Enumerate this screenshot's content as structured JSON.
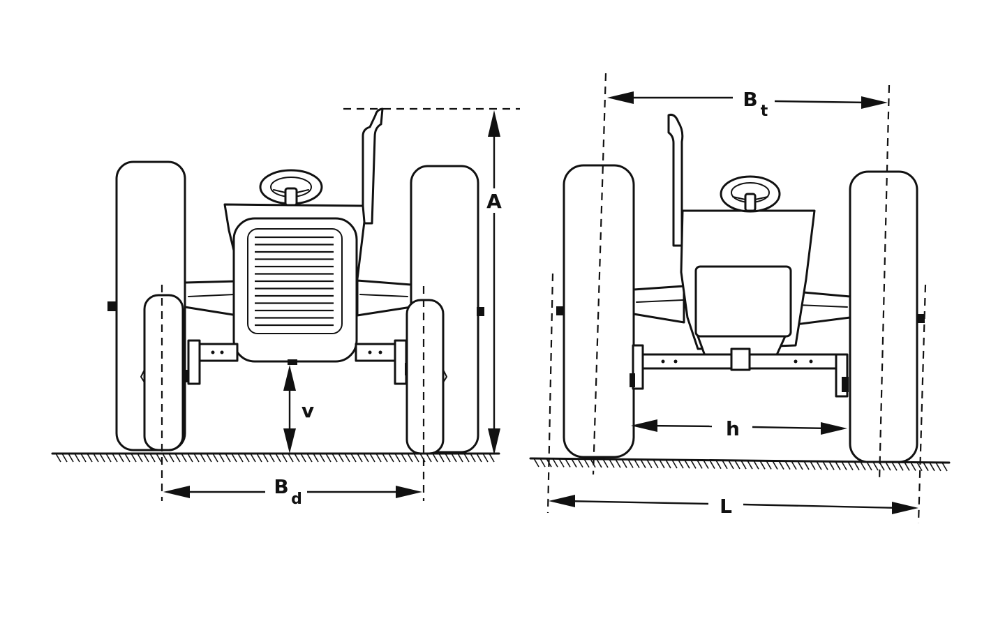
{
  "figure": {
    "front_view": {
      "labels": {
        "height": "A",
        "clearance": "v",
        "track": "B",
        "track_sub": "d"
      }
    },
    "rear_view": {
      "labels": {
        "track": "B",
        "track_sub": "t",
        "inner": "h",
        "overall": "L"
      }
    }
  }
}
